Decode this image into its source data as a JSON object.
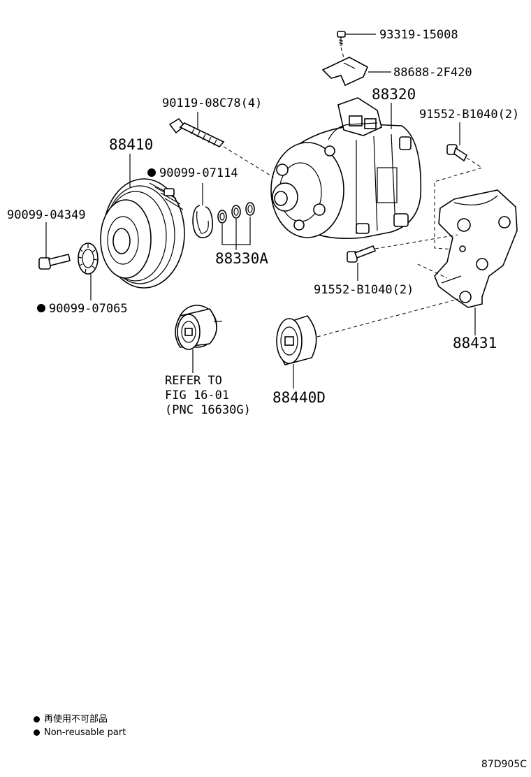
{
  "labels": {
    "p93319": "93319-15008",
    "p88688": "88688-2F420",
    "p88320": "88320",
    "p90119": "90119-08C78(4)",
    "p91552a": "91552-B1040(2)",
    "p88410": "88410",
    "p90099_07114": "90099-07114",
    "p90099_04349": "90099-04349",
    "p88330a": "88330A",
    "p91552b": "91552-B1040(2)",
    "p90099_07065": "90099-07065",
    "p88431": "88431",
    "refer1": "REFER TO",
    "refer2": "FIG 16-01",
    "refer3": "(PNC 16630G)",
    "p88440d": "88440D"
  },
  "legend": {
    "jp": "再使用不可部品",
    "en": "Non-reusable part"
  },
  "figure_code": "87D905C"
}
